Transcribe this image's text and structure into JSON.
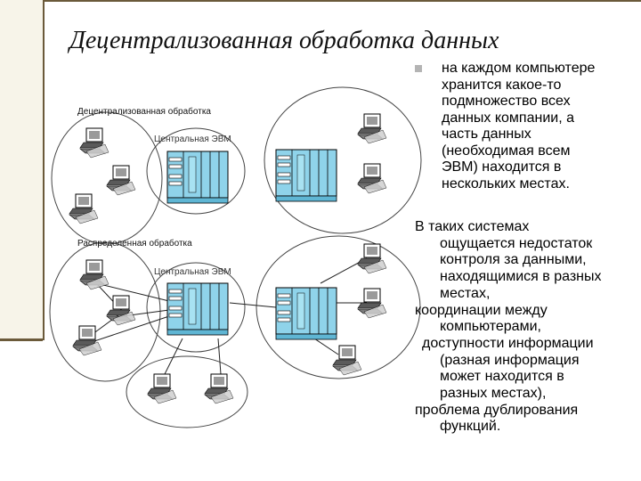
{
  "title": "Децентрализованная обработка данных",
  "diagram": {
    "upper_label": "Децентрализованная обработка",
    "upper_center_label": "Центральная ЭВМ",
    "lower_label": "Распределенная обработка",
    "lower_center_label": "Центральная ЭВМ"
  },
  "text": {
    "bullet1_lines": [
      "на каждом компьютере",
      "хранится какое-то",
      "подмножество всех",
      "данных компании, а",
      "часть данных",
      "(необходимая всем",
      "ЭВМ) находится в",
      "нескольких местах."
    ],
    "para2_lines": [
      "В таких системах",
      "ощущается  недостаток",
      "контроля за данными,",
      "находящимися в разных",
      "местах,",
      "координации между",
      "компьютерами,",
      " доступности информации",
      "(разная информация",
      "может находится в",
      "разных местах),",
      "проблема дублирования",
      "функций."
    ]
  }
}
